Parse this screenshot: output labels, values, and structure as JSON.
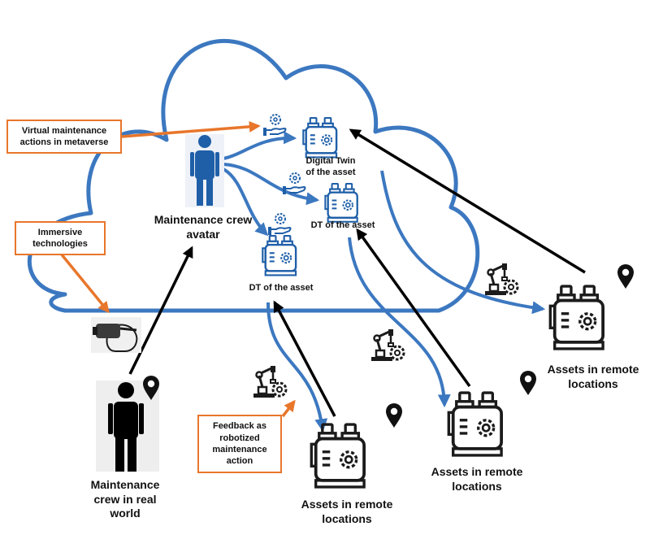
{
  "colors": {
    "cloud": "#3C78C0",
    "blue_arrow": "#3C78C0",
    "black_arrow": "#000000",
    "orange": "#E8762B",
    "avatar": "#1F5FA8",
    "human": "#000000"
  },
  "labels": {
    "avatar": "Maintenance crew avatar",
    "dt_top_1": "Digital Twin",
    "dt_top_2": "of the asset",
    "dt_mid": "DT of the asset",
    "dt_low": "DT of the asset",
    "human_1": "Maintenance",
    "human_2": "crew in real",
    "human_3": "world",
    "asset_right_1": "Assets in remote",
    "asset_right_2": "locations",
    "asset_mid_1": "Assets in remote",
    "asset_mid_2": "locations",
    "asset_bottom_1": "Assets in remote",
    "asset_bottom_2": "locations"
  },
  "callouts": {
    "virtual_1": "Virtual maintenance",
    "virtual_2": "actions in metaverse",
    "immersive_1": "Immersive",
    "immersive_2": "technologies",
    "feedback_1": "Feedback as",
    "feedback_2": "robotized",
    "feedback_3": "maintenance",
    "feedback_4": "action"
  },
  "icons": [
    "cloud-shape",
    "avatar-person-icon",
    "real-person-icon",
    "machine-icon",
    "gear-hand-icon",
    "robot-arm-icon",
    "location-pin-icon",
    "vr-headset-icon"
  ]
}
